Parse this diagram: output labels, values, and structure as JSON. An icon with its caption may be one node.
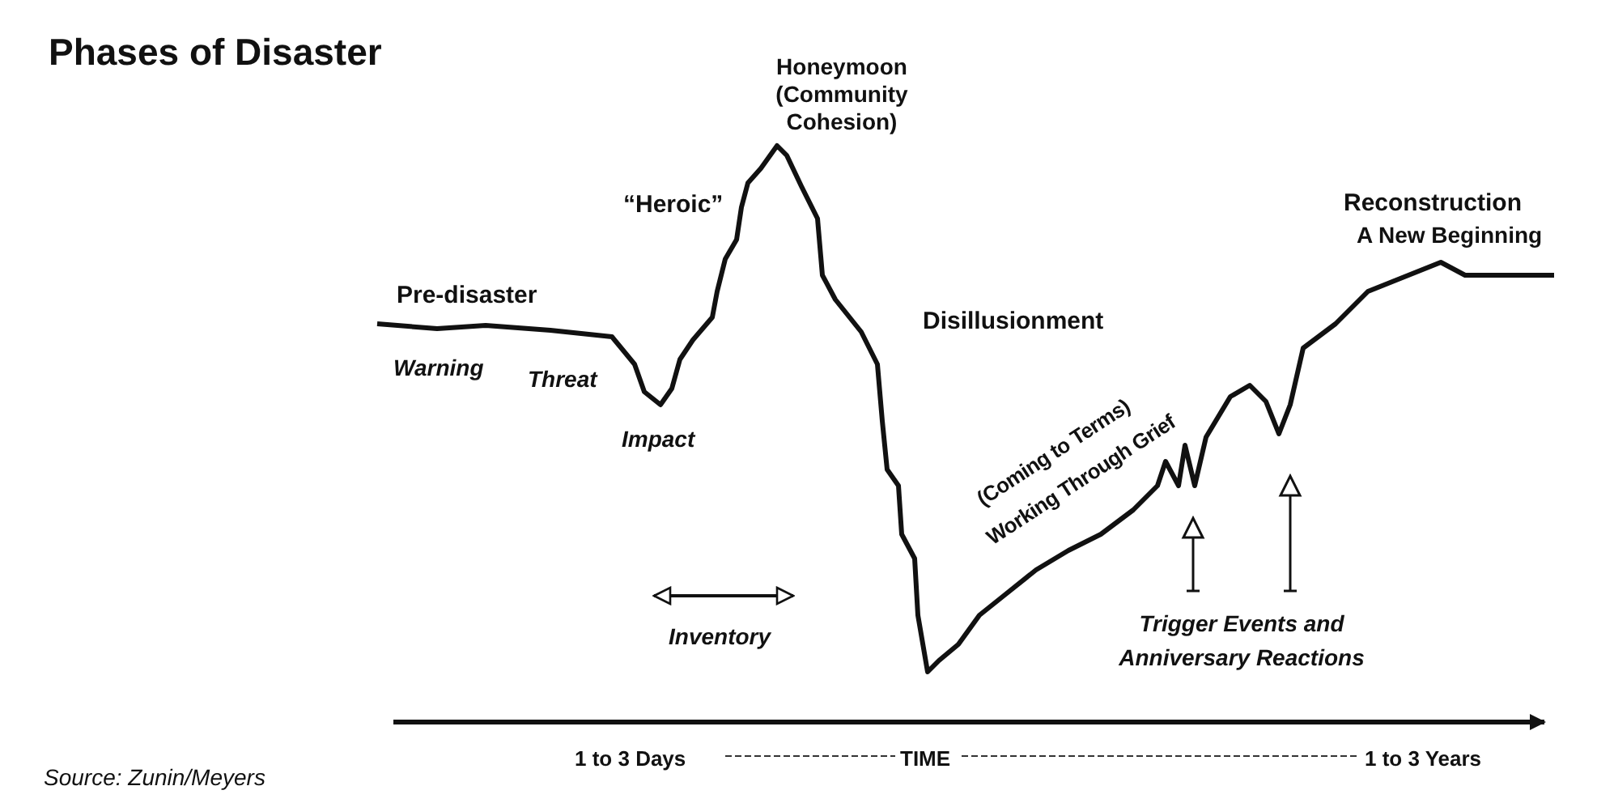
{
  "diagram": {
    "title": "Phases of Disaster",
    "caption": "Source: Zunin/Meyers",
    "labels": [
      "Honeymoon (Community Cohesion)",
      "“Heroic”",
      "Reconstruction",
      "A New Beginning",
      "Pre-disaster",
      "Disillusionment",
      "Warning",
      "Threat",
      "Impact",
      "(Coming to Terms)",
      "Working Through Grief",
      "Inventory",
      "Trigger Events and Anniversary Reactions",
      "1 to 3 Days",
      "TIME",
      "1 to 3 Years"
    ]
  }
}
